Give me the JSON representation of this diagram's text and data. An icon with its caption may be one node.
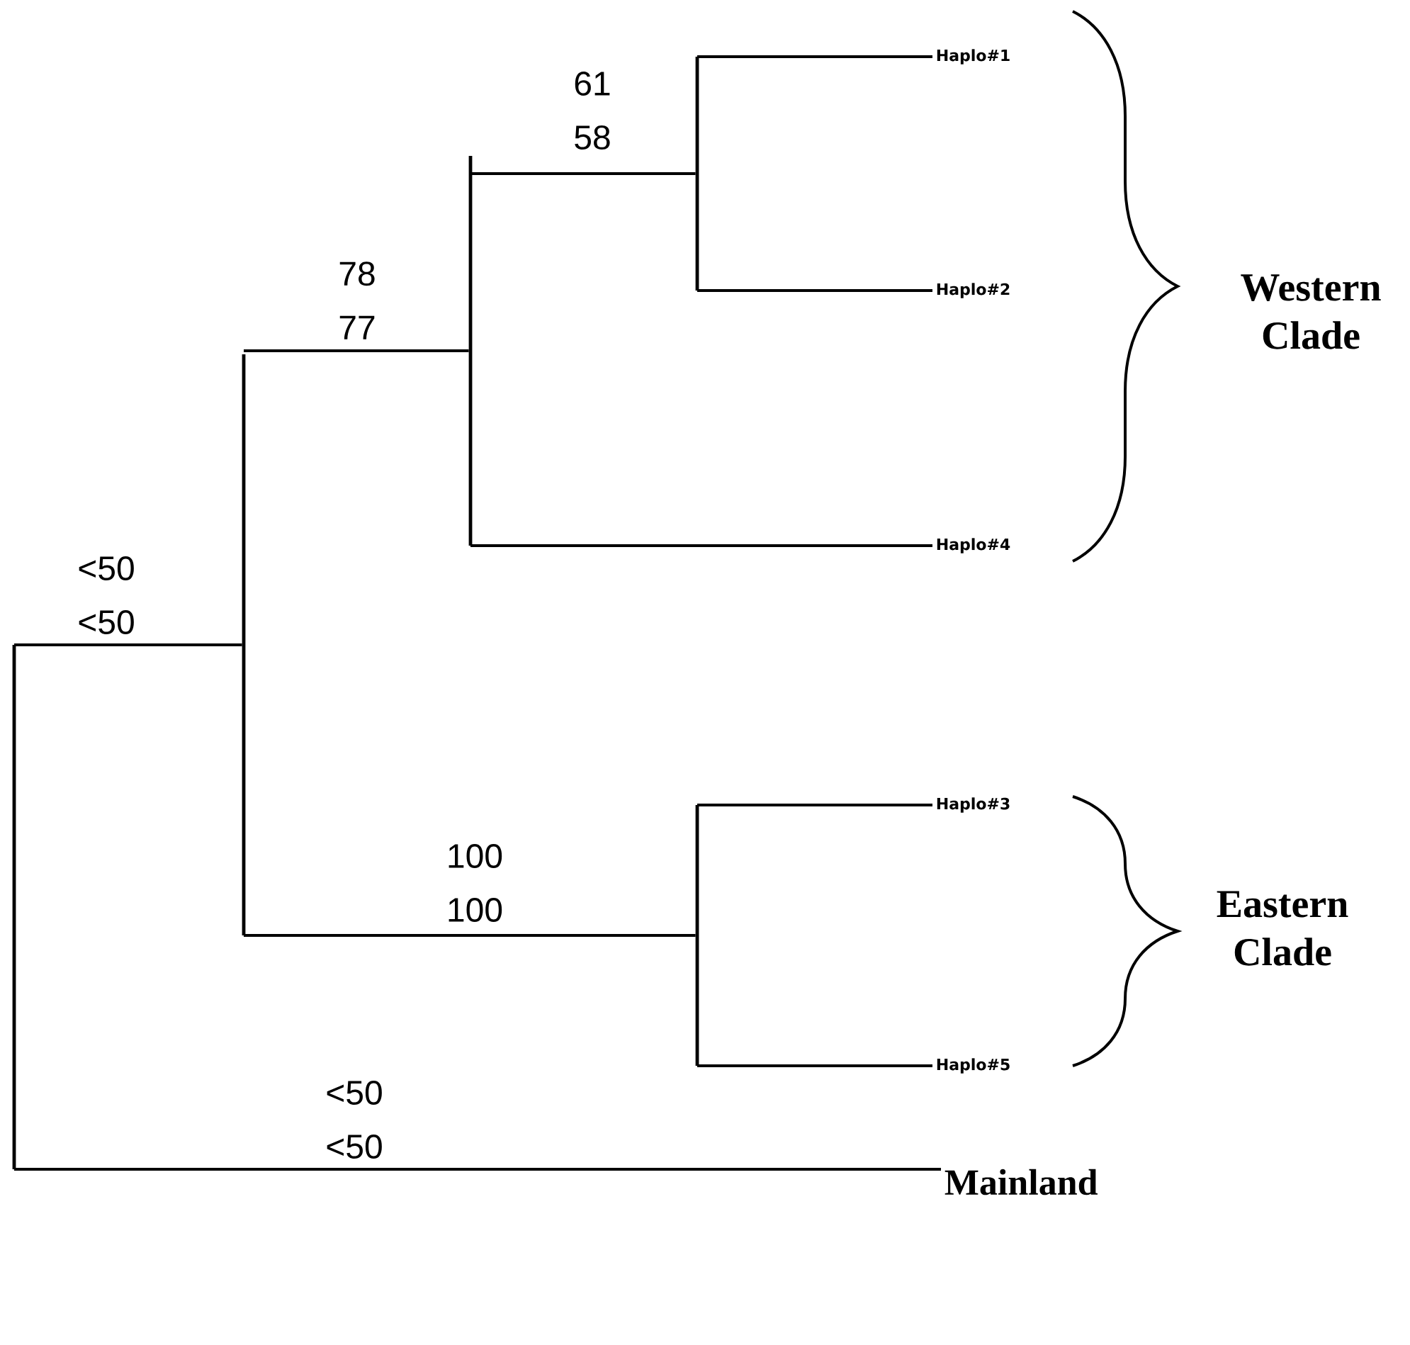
{
  "diagram": {
    "nodes": [
      {
        "text": [],
        "shape": "bar"
      },
      {
        "text": [],
        "shape": "bar"
      },
      {
        "text": [],
        "shape": "bar"
      },
      {
        "text": [],
        "shape": "bar"
      },
      {
        "text": [
          "Haplo#1"
        ]
      },
      {
        "text": [
          "Haplo#2"
        ]
      },
      {
        "text": [
          "Haplo#4"
        ]
      },
      {
        "text": [],
        "shape": "bar"
      },
      {
        "text": [
          "Haplo#3"
        ]
      },
      {
        "text": [
          "Haplo#5"
        ]
      },
      {
        "text": [
          "Mainland"
        ]
      }
    ],
    "edges": [
      {
        "from": 0,
        "to": 1,
        "arrow": "none",
        "label": "<50 <50"
      },
      {
        "from": 1,
        "to": 2,
        "arrow": "none",
        "label": "78 77"
      },
      {
        "from": 2,
        "to": 3,
        "arrow": "none",
        "label": "61 58"
      },
      {
        "from": 3,
        "to": 4,
        "arrow": "none"
      },
      {
        "from": 3,
        "to": 5,
        "arrow": "none"
      },
      {
        "from": 2,
        "to": 6,
        "arrow": "none"
      },
      {
        "from": 1,
        "to": 7,
        "arrow": "none",
        "label": "100 100"
      },
      {
        "from": 7,
        "to": 8,
        "arrow": "none"
      },
      {
        "from": 7,
        "to": 9,
        "arrow": "none"
      },
      {
        "from": 0,
        "to": 10,
        "arrow": "none",
        "label": "<50 <50"
      }
    ],
    "labels": [
      "Western Clade",
      "Eastern Clade"
    ]
  }
}
